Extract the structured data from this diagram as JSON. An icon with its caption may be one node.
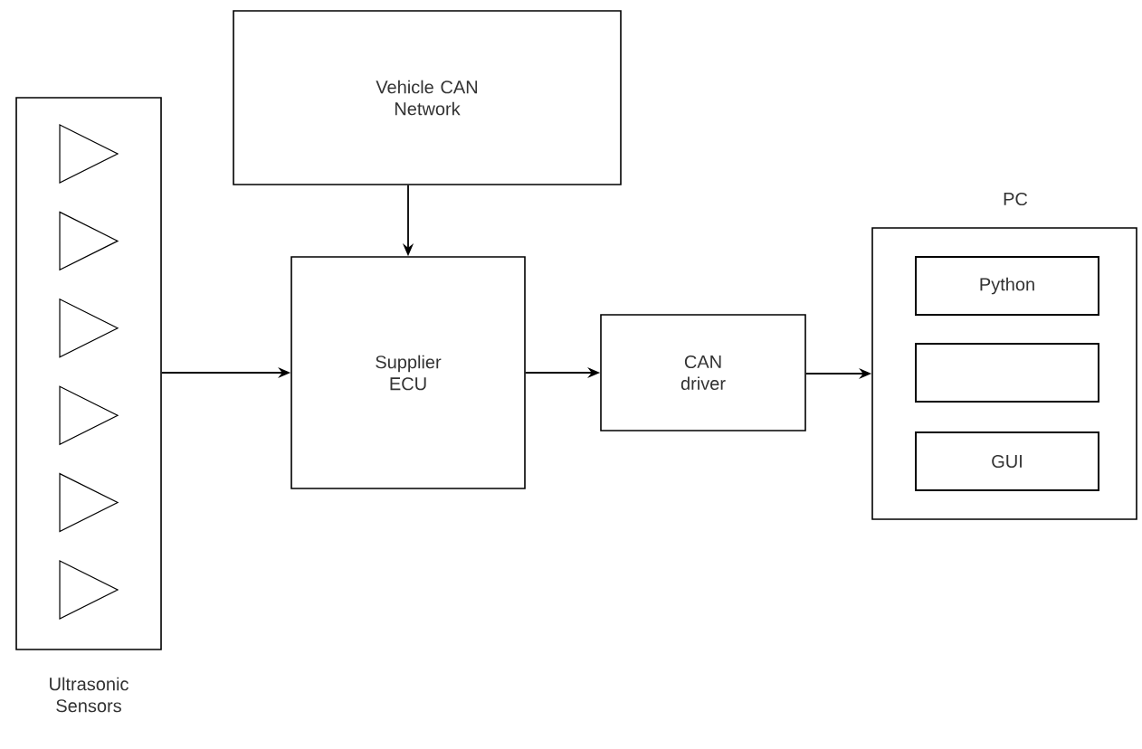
{
  "diagram": {
    "nodes": [
      {
        "text": [
          "Ultrasonic Sensors"
        ]
      },
      {
        "text": [
          "Vehicle CAN Network"
        ]
      },
      {
        "text": [
          "Supplier ECU"
        ]
      },
      {
        "text": [
          "CAN driver"
        ]
      },
      {
        "text": [
          "PC"
        ]
      },
      {
        "text": [
          "Python"
        ],
        "in": 4
      },
      {
        "text": [],
        "shape": "box",
        "in": 4
      },
      {
        "text": [
          "GUI"
        ],
        "in": 4
      }
    ],
    "edges": [
      {
        "from": 0,
        "to": 2,
        "arrow": "to"
      },
      {
        "from": 1,
        "to": 2,
        "arrow": "to"
      },
      {
        "from": 2,
        "to": 3,
        "arrow": "to"
      },
      {
        "from": 3,
        "to": 4,
        "arrow": "to"
      }
    ]
  }
}
